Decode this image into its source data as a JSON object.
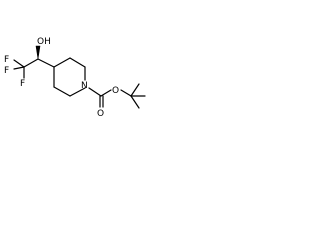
{
  "molecule": {
    "atoms": {
      "hydroxyl": "OH",
      "fluorine_1": "F",
      "fluorine_2": "F",
      "fluorine_3": "F",
      "ring_nitrogen": "N",
      "carbonyl_oxygen": "O",
      "ester_oxygen": "O"
    }
  }
}
